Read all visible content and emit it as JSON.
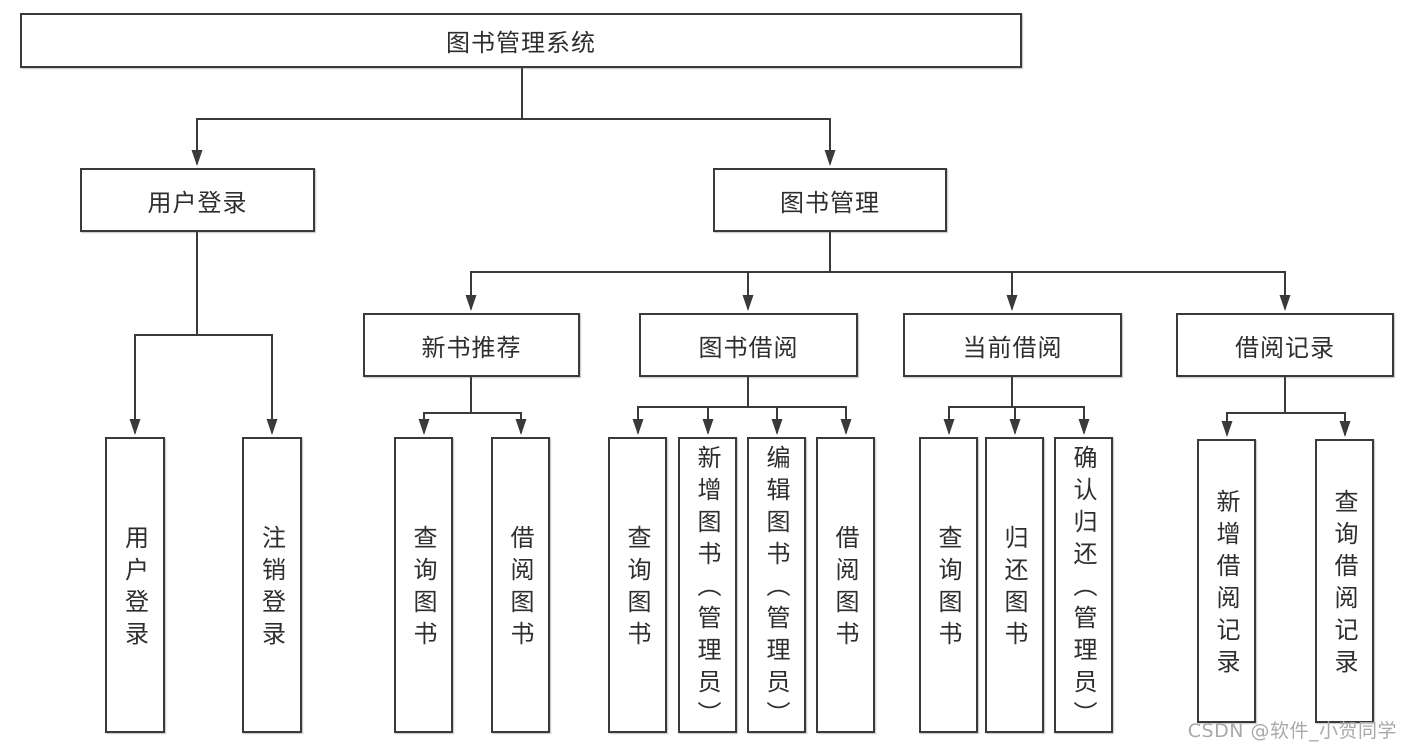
{
  "colors": {
    "line": "#3a3a3a",
    "box_border": "#3a3a3a",
    "text": "#2e2e2e",
    "watermark": "#a9a9a9",
    "background": "#ffffff"
  },
  "watermark": {
    "text": "CSDN @软件_小贺同学"
  },
  "tree": {
    "root": {
      "label": "图书管理系统",
      "children": [
        {
          "label": "用户登录",
          "children": [
            {
              "label": "用户登录"
            },
            {
              "label": "注销登录"
            }
          ]
        },
        {
          "label": "图书管理",
          "children": [
            {
              "label": "新书推荐",
              "children": [
                {
                  "label": "查询图书"
                },
                {
                  "label": "借阅图书"
                }
              ]
            },
            {
              "label": "图书借阅",
              "children": [
                {
                  "label": "查询图书"
                },
                {
                  "label": "新增图书（管理员）"
                },
                {
                  "label": "编辑图书（管理员）"
                },
                {
                  "label": "借阅图书"
                }
              ]
            },
            {
              "label": "当前借阅",
              "children": [
                {
                  "label": "查询图书"
                },
                {
                  "label": "归还图书"
                },
                {
                  "label": "确认归还（管理员）"
                }
              ]
            },
            {
              "label": "借阅记录",
              "children": [
                {
                  "label": "新增借阅记录"
                },
                {
                  "label": "查询借阅记录"
                }
              ]
            }
          ]
        }
      ]
    }
  }
}
